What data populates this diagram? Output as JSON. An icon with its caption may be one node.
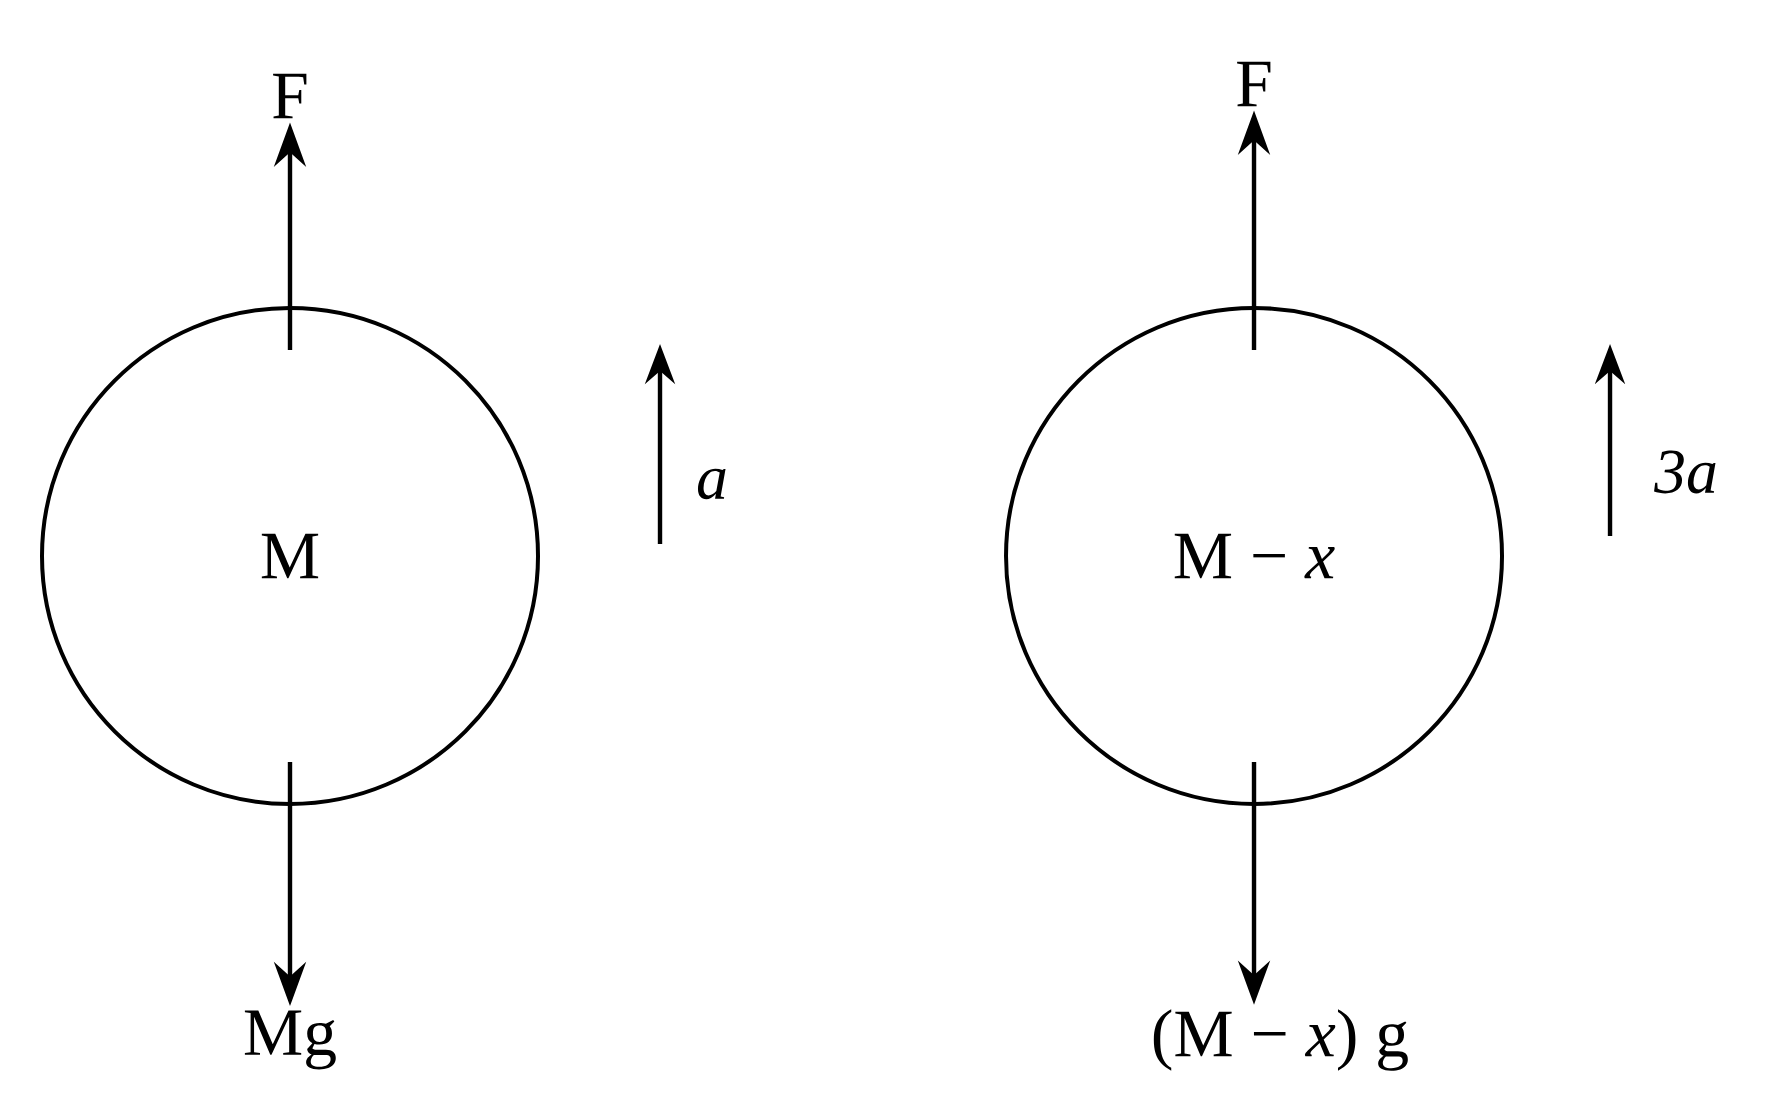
{
  "diagram": {
    "nodes": [
      {
        "text": [
          "M"
        ]
      },
      {
        "text": [
          "F"
        ]
      },
      {
        "text": [
          "Mg"
        ]
      },
      {
        "text": [
          "M − *x*"
        ]
      },
      {
        "text": [
          "F"
        ]
      },
      {
        "text": [
          "(M − *x*) g"
        ]
      }
    ],
    "edges": [
      {
        "from": 0,
        "to": 1,
        "arrow": "to"
      },
      {
        "from": 0,
        "to": 2,
        "arrow": "to"
      },
      {
        "from": 3,
        "to": 4,
        "arrow": "to"
      },
      {
        "from": 3,
        "to": 5,
        "arrow": "to"
      }
    ],
    "labels": [
      "a",
      "3a"
    ]
  }
}
